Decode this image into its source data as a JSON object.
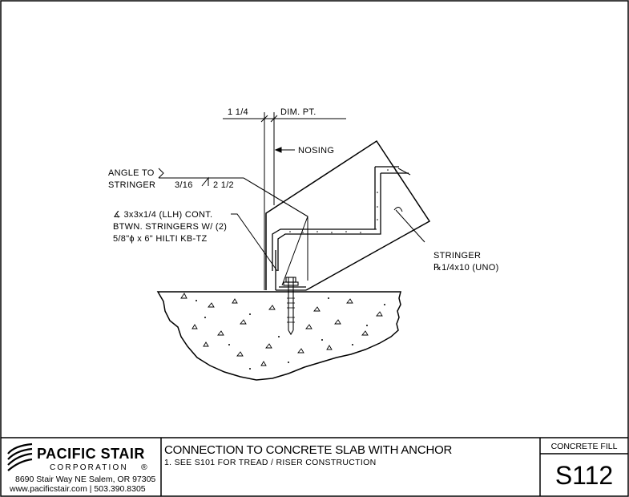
{
  "drawing": {
    "labels": {
      "dim_left": "1 1/4",
      "dim_right": "DIM. PT.",
      "nosing": "NOSING",
      "angle_line1": "ANGLE TO",
      "angle_line2": "STRINGER",
      "weld_size": "3/16",
      "weld_length": "2 1/2",
      "anchor_line1": "∡ 3x3x1/4 (LLH) CONT.",
      "anchor_line2": "BTWN. STRINGERS W/ (2)",
      "anchor_line3": "5/8\"ϕ x 6\" HILTI KB-TZ",
      "stringer_line1": "STRINGER",
      "stringer_line2": "℞1/4x10 (UNO)"
    }
  },
  "title_block": {
    "company_name": "PACIFIC STAIR",
    "company_sub": "CORPORATION",
    "registered_mark": "®",
    "address": "8690 Stair Way NE Salem, OR 97305",
    "contact": "www.pacificstair.com  |  503.390.8305",
    "title": "CONNECTION TO CONCRETE SLAB WITH ANCHOR",
    "note": "1.  SEE S101 FOR TREAD / RISER CONSTRUCTION",
    "category": "CONCRETE FILL",
    "sheet_number": "S112"
  },
  "colors": {
    "ink": "#000000",
    "background": "#ffffff"
  }
}
